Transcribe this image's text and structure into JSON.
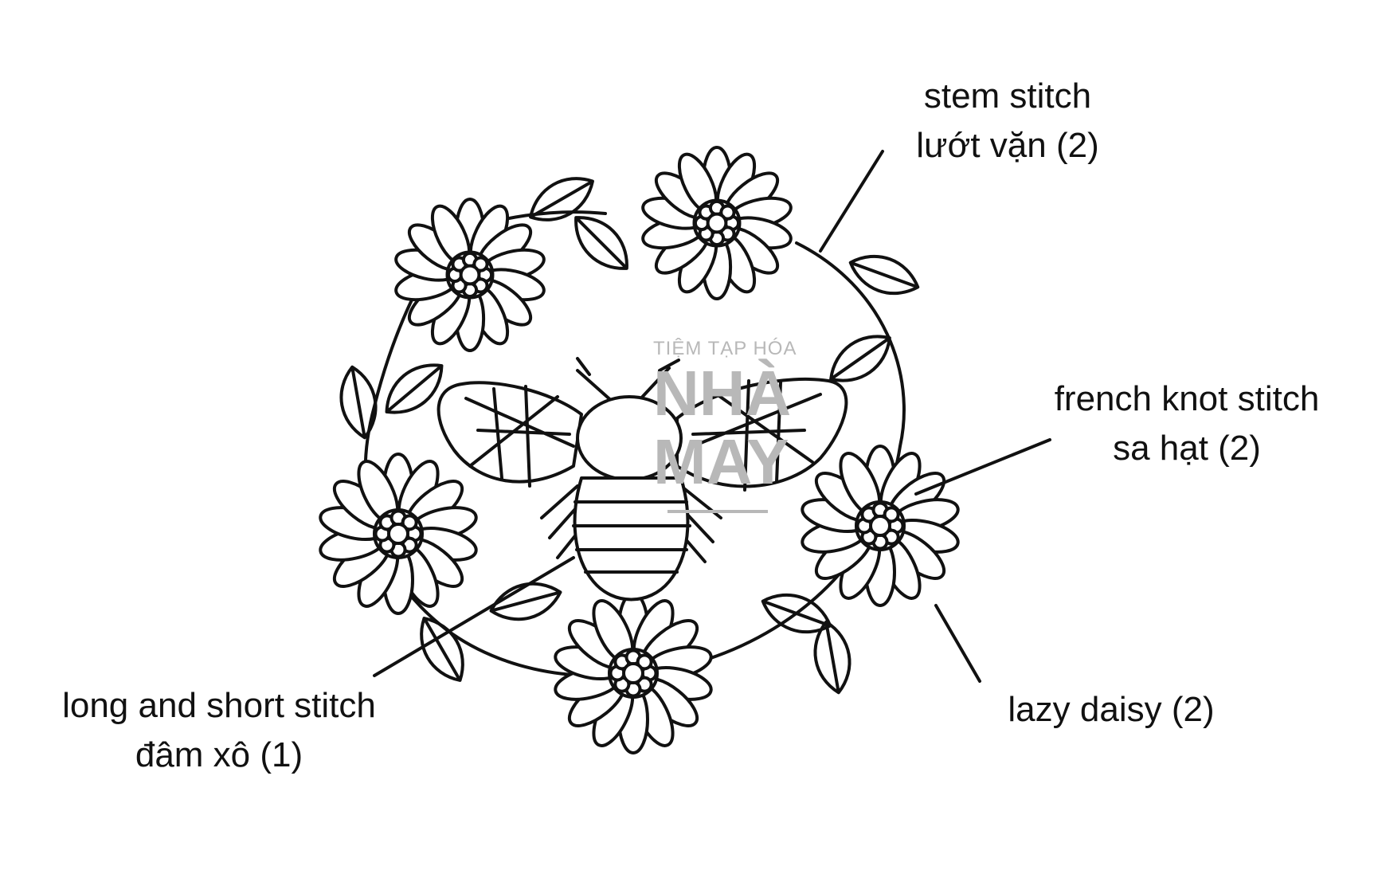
{
  "labels": {
    "stem": {
      "line1": "stem stitch",
      "line2": "lướt vặn (2)"
    },
    "french_knot": {
      "line1": "french knot stitch",
      "line2": "sa hạt (2)"
    },
    "lazy_daisy": {
      "line1": "lazy daisy (2)"
    },
    "long_short": {
      "line1": "long and short stitch",
      "line2": "đâm xô (1)"
    }
  },
  "watermark": {
    "small": "TIỆM TẠP HÓA",
    "big1": "NHÀ",
    "big2": "MAY"
  },
  "colors": {
    "ink": "#111111",
    "watermark": "#b8b8b8",
    "background": "#ffffff"
  }
}
